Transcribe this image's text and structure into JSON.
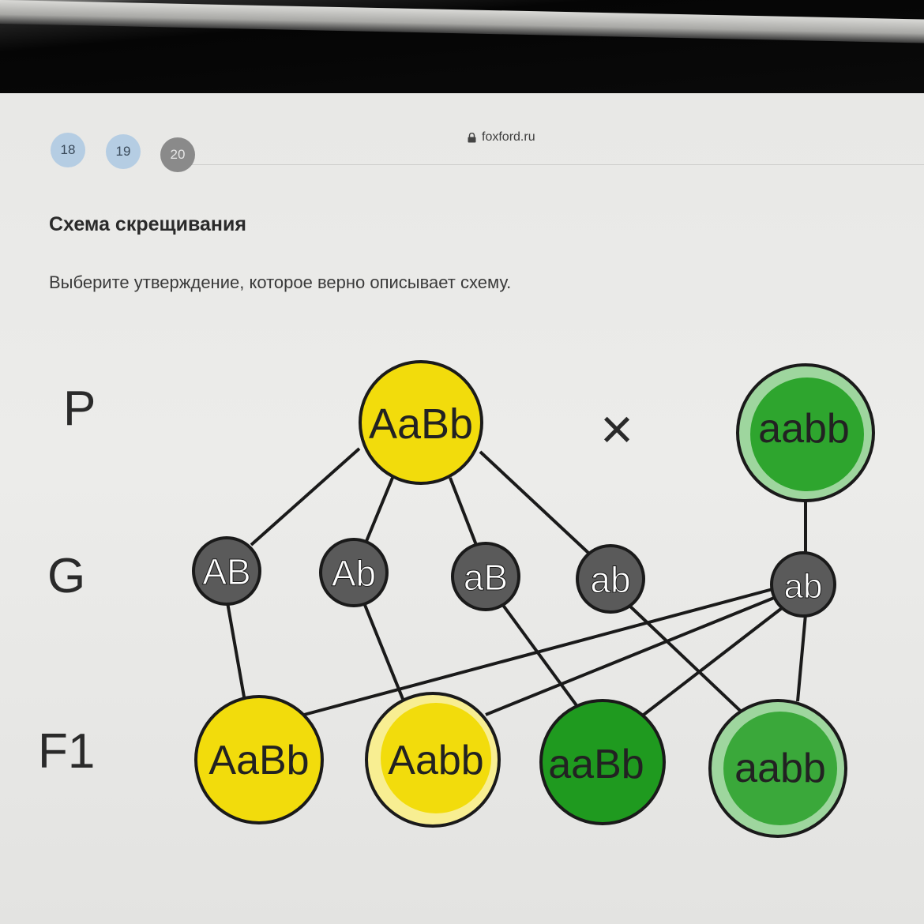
{
  "browser": {
    "url": "foxford.ru"
  },
  "pagination": {
    "items": [
      "18",
      "19",
      "20"
    ]
  },
  "question": {
    "title": "Схема скрещивания",
    "prompt": "Выберите утверждение, которое верно описывает схему."
  },
  "scheme": {
    "row_labels": {
      "parents": "P",
      "gametes": "G",
      "offspring": "F1"
    },
    "cross_symbol": "×",
    "parent1": {
      "genotype": "AaBb",
      "color": "#f2dc0c"
    },
    "parent2": {
      "genotype": "aabb",
      "color": "#2ea52e"
    },
    "gametes_parent1": [
      "AB",
      "Ab",
      "aB",
      "ab"
    ],
    "gamete_parent2": "ab",
    "gamete_color": "#5a5a5a",
    "offspring": [
      {
        "genotype": "AaBb",
        "color": "#f2dc0c"
      },
      {
        "genotype": "Aabb",
        "color": "#f5e64a"
      },
      {
        "genotype": "aaBb",
        "color": "#1f9a1f"
      },
      {
        "genotype": "aabb",
        "color": "#3aa83a"
      }
    ]
  }
}
